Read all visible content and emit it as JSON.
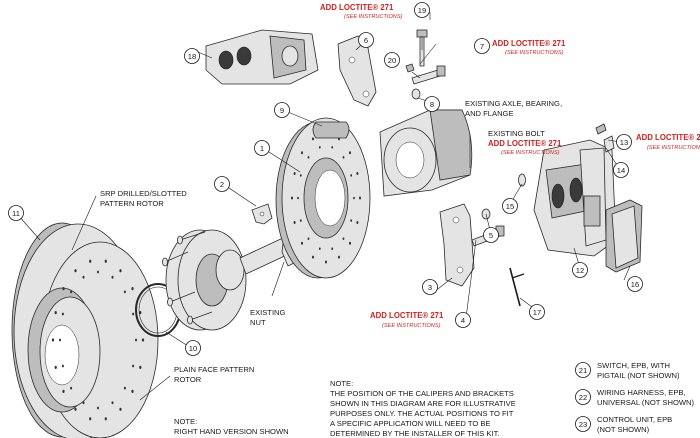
{
  "callouts": {
    "1": "1",
    "2": "2",
    "3": "3",
    "4": "4",
    "5": "5",
    "6": "6",
    "7": "7",
    "8": "8",
    "9": "9",
    "10": "10",
    "11": "11",
    "12": "12",
    "13": "13",
    "14": "14",
    "15": "15",
    "16": "16",
    "17": "17",
    "18": "18",
    "19": "19",
    "20": "20"
  },
  "loctite": {
    "main": "ADD LOCTITE® 271",
    "sub": "(SEE INSTRUCTIONS)"
  },
  "labels": {
    "axle": [
      "EXISTING AXLE, BEARING,",
      "AND FLANGE"
    ],
    "existing_bolt": "EXISTING BOLT",
    "srp_rotor": [
      "SRP DRILLED/SLOTTED",
      "PATTERN ROTOR"
    ],
    "existing_nut": [
      "EXISTING",
      "NUT"
    ],
    "plain_rotor": [
      "PLAIN FACE PATTERN",
      "ROTOR"
    ],
    "note_left": [
      "NOTE:",
      "RIGHT HAND VERSION SHOWN"
    ]
  },
  "note": [
    "NOTE:",
    "THE POSITION OF THE CALIPERS AND BRACKETS",
    "SHOWN IN THIS DIAGRAM ARE FOR ILLUSTRATIVE",
    "PURPOSES ONLY.  THE ACTUAL POSITIONS TO FIT",
    "A SPECIFIC APPLICATION WILL NEED TO BE",
    "DETERMINED BY THE INSTALLER OF THIS KIT."
  ],
  "extras": [
    {
      "num": "21",
      "lines": [
        "SWITCH, EPB, WITH",
        "PIGTAIL (NOT SHOWN)"
      ]
    },
    {
      "num": "22",
      "lines": [
        "WIRING HARNESS, EPB,",
        "UNIVERSAL (NOT SHOWN)"
      ]
    },
    {
      "num": "23",
      "lines": [
        "CONTROL UNIT, EPB",
        "(NOT SHOWN)"
      ]
    }
  ],
  "colors": {
    "loctite_red": "#d11f1f",
    "line": "#1a1a1a",
    "part_fill": "#e4e4e4"
  }
}
